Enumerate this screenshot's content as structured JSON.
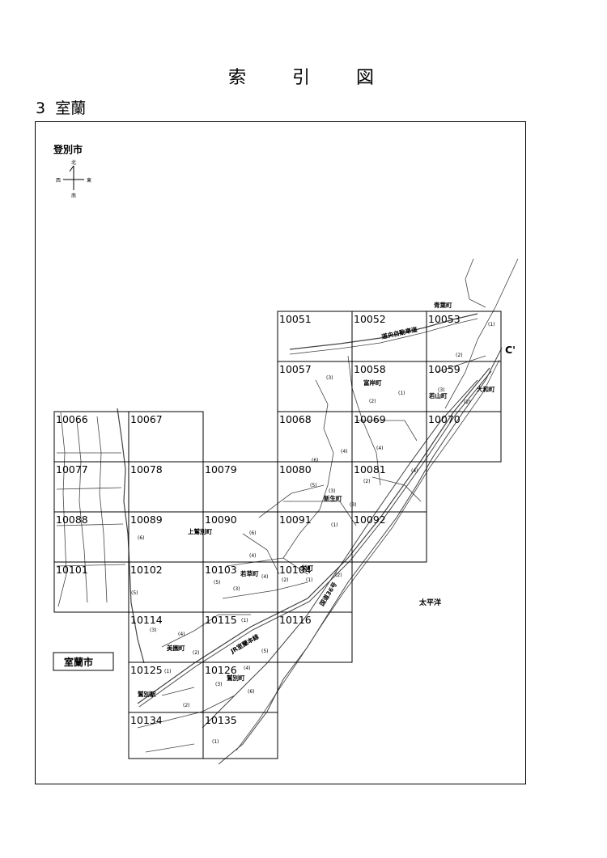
{
  "title": {
    "chars": [
      "索",
      "引",
      "図"
    ]
  },
  "section": {
    "number": "3",
    "name": "室蘭"
  },
  "legend": {
    "city_top": "登別市",
    "city_box": "室蘭市",
    "sea": "太平洋"
  },
  "compass": {
    "north": "北",
    "south": "南",
    "east": "東",
    "west": "西"
  },
  "grid_cells": [
    {
      "id": "10051",
      "label": "10051"
    },
    {
      "id": "10052",
      "label": "10052"
    },
    {
      "id": "10053",
      "label": "10053"
    },
    {
      "id": "10057",
      "label": "10057"
    },
    {
      "id": "10058",
      "label": "10058"
    },
    {
      "id": "10059",
      "label": "10059"
    },
    {
      "id": "10066",
      "label": "10066"
    },
    {
      "id": "10067",
      "label": "10067"
    },
    {
      "id": "10068",
      "label": "10068"
    },
    {
      "id": "10069",
      "label": "10069"
    },
    {
      "id": "10070",
      "label": "10070"
    },
    {
      "id": "10077",
      "label": "10077"
    },
    {
      "id": "10078",
      "label": "10078"
    },
    {
      "id": "10079",
      "label": "10079"
    },
    {
      "id": "10080",
      "label": "10080"
    },
    {
      "id": "10081",
      "label": "10081"
    },
    {
      "id": "10088",
      "label": "10088"
    },
    {
      "id": "10089",
      "label": "10089"
    },
    {
      "id": "10090",
      "label": "10090"
    },
    {
      "id": "10091",
      "label": "10091"
    },
    {
      "id": "10092",
      "label": "10092"
    },
    {
      "id": "10101",
      "label": "10101"
    },
    {
      "id": "10102",
      "label": "10102"
    },
    {
      "id": "10103",
      "label": "10103"
    },
    {
      "id": "10104",
      "label": "10104"
    },
    {
      "id": "10114",
      "label": "10114"
    },
    {
      "id": "10115",
      "label": "10115"
    },
    {
      "id": "10116",
      "label": "10116"
    },
    {
      "id": "10125",
      "label": "10125"
    },
    {
      "id": "10126",
      "label": "10126"
    },
    {
      "id": "10134",
      "label": "10134"
    },
    {
      "id": "10135",
      "label": "10135"
    }
  ],
  "places": {
    "aoba": "青葉町",
    "expressway": "道央自動車道",
    "c_mark": "C'",
    "tomikishi": "富岸町",
    "wakayama": "若山町",
    "yamato": "大和町",
    "shinsei": "新生町",
    "kamiwashibetsu": "上鷲別町",
    "wakakusa": "若草町",
    "sakae": "栄町",
    "route36": "国道36号",
    "jr_line": "JR室蘭本線",
    "misono": "美園町",
    "washibetsu": "鷲別町",
    "washibetsu_station": "鷲別駅"
  },
  "subdivisions": {
    "s1": "(1)",
    "s2": "(2)",
    "s3": "(3)",
    "s4": "(4)",
    "s5": "(5)",
    "s6": "(6)"
  }
}
